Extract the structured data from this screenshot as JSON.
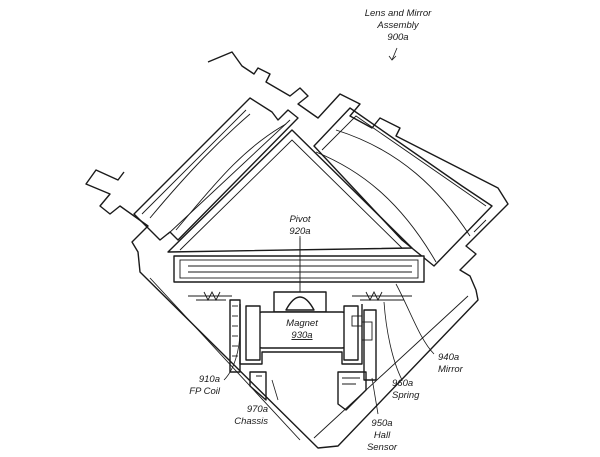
{
  "labels": {
    "assembly": [
      "Lens and Mirror",
      "Assembly",
      "900a"
    ],
    "pivot": [
      "Pivot",
      "920a"
    ],
    "magnet": [
      "Magnet",
      "930a"
    ],
    "mirror": [
      "940a",
      "Mirror"
    ],
    "spring": [
      "960a",
      "Spring"
    ],
    "coil": [
      "910a",
      "FP Coil"
    ],
    "chassis": [
      "970a",
      "Chassis"
    ],
    "hall": [
      "950a",
      "Hall",
      "Sensor"
    ]
  }
}
